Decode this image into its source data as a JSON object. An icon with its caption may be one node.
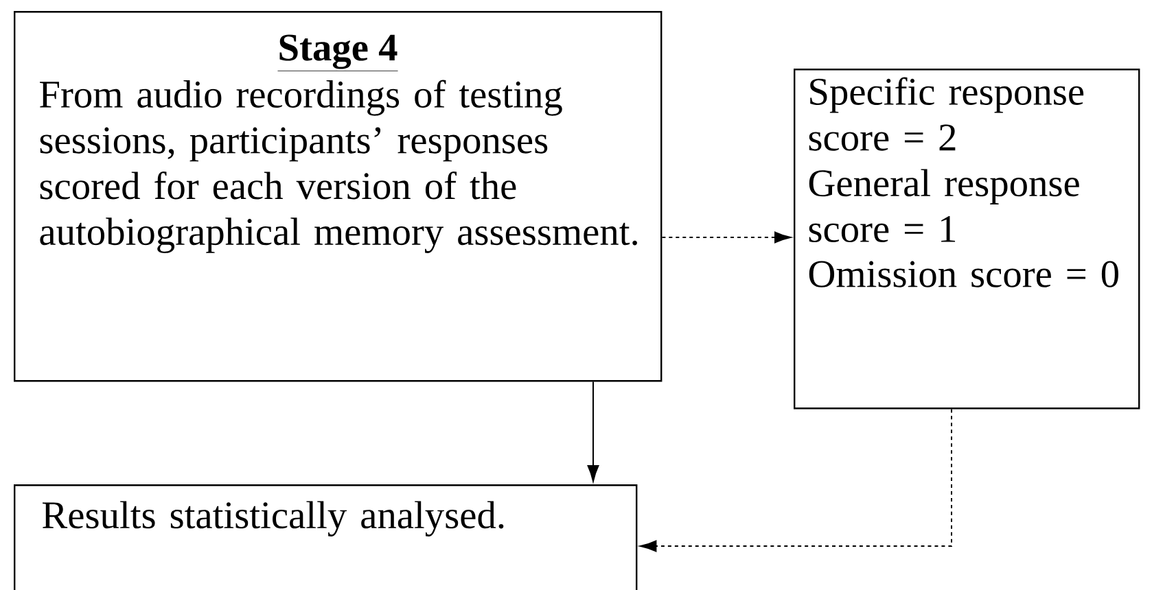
{
  "diagram": {
    "nodes": [
      {
        "text": [
          "Stage 4",
          "From audio recordings of testing sessions, participants’ responses scored for each version of the autobiographical memory assessment."
        ]
      },
      {
        "text": [
          "Specific response score = 2",
          "General response score = 1",
          "Omission score = 0"
        ]
      },
      {
        "text": [
          "Results statistically analysed."
        ]
      }
    ],
    "edges": [
      {
        "from": 0,
        "to": 1,
        "arrow": "to",
        "style": "dashed"
      },
      {
        "from": 0,
        "to": 2,
        "arrow": "to"
      },
      {
        "from": 1,
        "to": 2,
        "arrow": "to",
        "style": "dashed"
      }
    ]
  }
}
